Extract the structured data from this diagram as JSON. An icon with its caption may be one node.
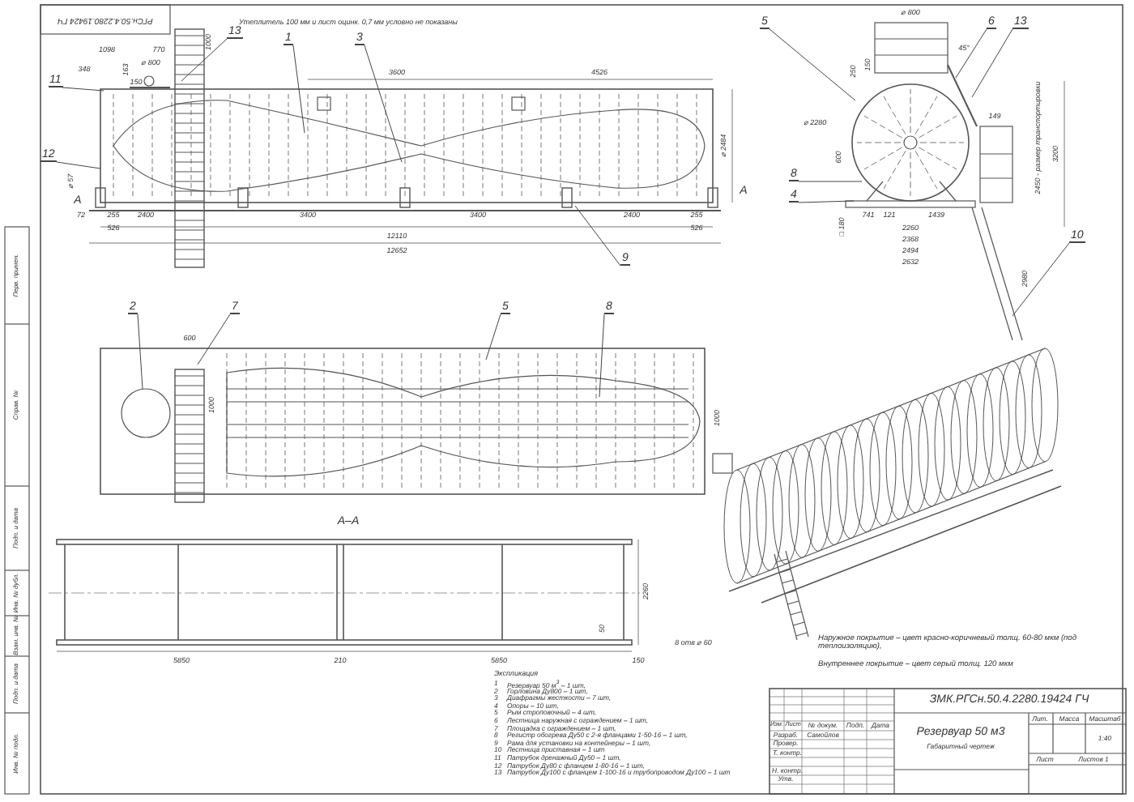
{
  "diagram": {
    "nodes": [
      {
        "text": [
          "13"
        ]
      },
      {
        "text": [
          "1"
        ]
      },
      {
        "text": [
          "3"
        ]
      },
      {
        "text": [
          "5"
        ]
      },
      {
        "text": [
          "6"
        ]
      },
      {
        "text": [
          "13"
        ]
      },
      {
        "text": [
          "11"
        ]
      },
      {
        "text": [
          "12"
        ]
      },
      {
        "text": [
          "8"
        ]
      },
      {
        "text": [
          "4"
        ]
      },
      {
        "text": [
          "10"
        ]
      },
      {
        "text": [
          "9"
        ]
      },
      {
        "text": [
          "2"
        ]
      },
      {
        "text": [
          "7"
        ]
      },
      {
        "text": [
          "5"
        ]
      },
      {
        "text": [
          "8"
        ]
      }
    ],
    "edges": [
      {
        "from": 0,
        "to": null,
        "arrow": "none"
      },
      {
        "from": 1,
        "to": null,
        "arrow": "none"
      },
      {
        "from": 2,
        "to": null,
        "arrow": "none"
      },
      {
        "from": 3,
        "to": null,
        "arrow": "none"
      },
      {
        "from": 4,
        "to": null,
        "arrow": "none"
      },
      {
        "from": 5,
        "to": null,
        "arrow": "none"
      },
      {
        "from": 6,
        "to": null,
        "arrow": "none"
      },
      {
        "from": 7,
        "to": null,
        "arrow": "none"
      },
      {
        "from": 8,
        "to": null,
        "arrow": "none"
      },
      {
        "from": 9,
        "to": null,
        "arrow": "none"
      },
      {
        "from": 10,
        "to": null,
        "arrow": "none"
      },
      {
        "from": 11,
        "to": null,
        "arrow": "none"
      },
      {
        "from": 12,
        "to": null,
        "arrow": "none"
      },
      {
        "from": 13,
        "to": null,
        "arrow": "none"
      },
      {
        "from": 14,
        "to": null,
        "arrow": "none"
      },
      {
        "from": 15,
        "to": null,
        "arrow": "none"
      }
    ],
    "labels": [
      "РГСн.50.4.2280.19424 ГЧ",
      "Утеплитель 100 мм и лист оцинк. 0,7 мм условно не показаны",
      "1098",
      "770",
      "⌀ 800",
      "1000",
      "348",
      "163",
      "150",
      "3600",
      "4526",
      "⌀ 2484",
      "А",
      "А",
      "⌀ 57",
      "72",
      "255",
      "2400",
      "3400",
      "3400",
      "2400",
      "255",
      "526",
      "526",
      "12110",
      "12652",
      "⌀ 800",
      "45°",
      "250",
      "150",
      "⌀ 2280",
      "600",
      "□ 180",
      "741",
      "121",
      "1439",
      "2260",
      "2368",
      "2494",
      "2632",
      "3200",
      "2450 - размер транспортировки",
      "149",
      "2980",
      "600",
      "1000",
      "1000",
      "А–А",
      "2260",
      "50",
      "5850",
      "210",
      "5850",
      "150",
      "8 отв ⌀ 60",
      "Экспликация",
      "1",
      "Резервуар 50 м$^{3}$ – 1 шт,",
      "2",
      "Горловина Ду800 – 1 шт,",
      "3",
      "Диафрагмы жесткости – 7 шт,",
      "4",
      "Опоры – 10 шт,",
      "5",
      "Рым строповочный – 4 шт,",
      "6",
      "Лестница наружная с ограждением – 1 шт,",
      "7",
      "Площадка с ограждением – 1 шт,",
      "8",
      "Регистр обогрева Ду50 с 2-я фланцами 1-50-16 – 1 шт,",
      "9",
      "Рама для установки на контейнеры – 1 шт,",
      "10",
      "Лестница приставная – 1 шт",
      "11",
      "Патрубок дренажный Ду50 – 1 шт,",
      "12",
      "Патрубок Ду80 с фланцем 1-80-16 – 1 шт,",
      "13",
      "Патрубок Ду100 с фланцем 1-100-16 и трубопроводом Ду100 – 1 шт",
      "Наружное покрытие – цвет красно-коричневый толщ. 60-80 мкм (под теплоизоляцию),",
      "Внутреннее покрытие – цвет серый толщ. 120 мкм",
      "ЗМК.РГСн.50.4.2280.19424 ГЧ",
      "Изм.",
      "Лист",
      "№ докум.",
      "Подп.",
      "Дата",
      "Разраб.",
      "Самойлов",
      "Провер.",
      "Т. контр.",
      "Н. контр.",
      "Утв.",
      "Резервуар 50 м3",
      "Габаритный чертеж",
      "Лит.",
      "Масса",
      "Масштаб",
      "1:40",
      "Лист",
      "Листов 1",
      "Перв. примен.",
      "Справ. №",
      "Подп. и дата",
      "Инв. № дубл.",
      "Взам. инв. №",
      "Подп. и дата",
      "Инв. № подл."
    ]
  }
}
